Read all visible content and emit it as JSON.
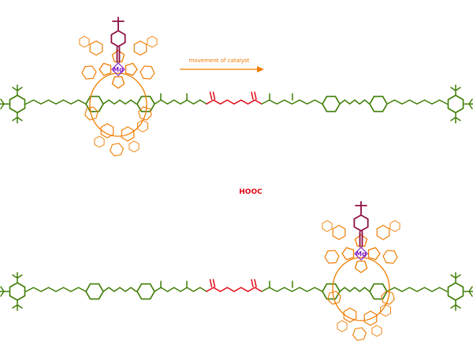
{
  "colors": {
    "background": "#ffffff",
    "chain": "#3f7e06",
    "macrocycle": "#ef7c00",
    "axial": "#8e1045",
    "station": "#e30613",
    "metal": "#8221c6"
  },
  "labels": {
    "arrow_caption": "movement of catalyst",
    "center_note": "HOOC",
    "metal_top": "Mg",
    "metal_bottom": "Mg"
  }
}
